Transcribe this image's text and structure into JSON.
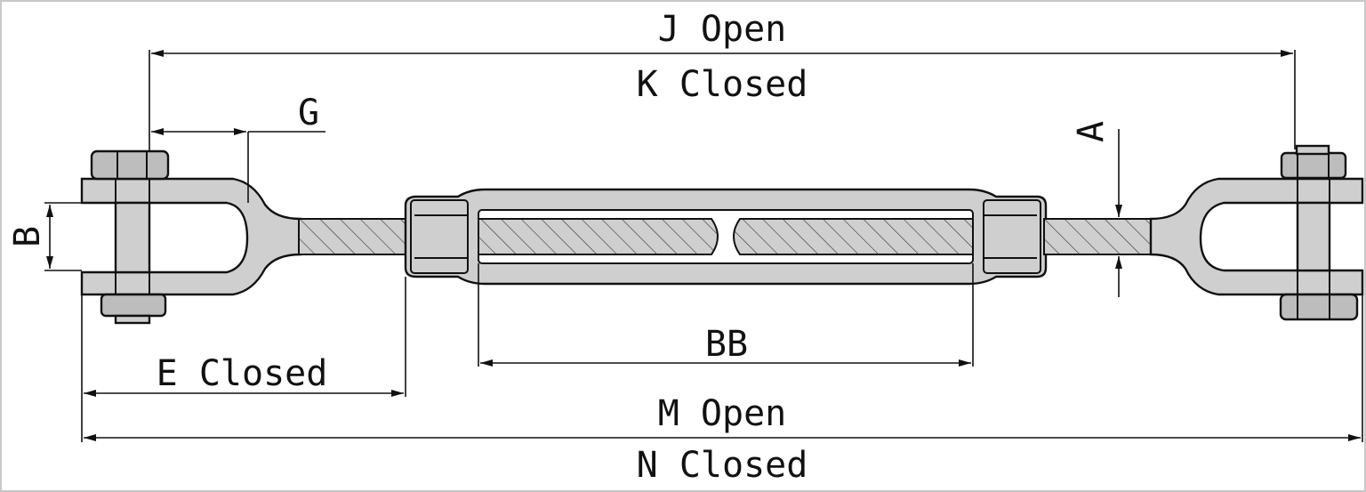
{
  "labels": {
    "j": "J Open",
    "k": "K Closed",
    "g": "G",
    "a": "A",
    "b": "B",
    "bb": "BB",
    "e": "E Closed",
    "m": "M Open",
    "n": "N Closed"
  },
  "colors": {
    "metal": "#cfcfcf",
    "outline": "#111111",
    "background": "#ffffff"
  }
}
